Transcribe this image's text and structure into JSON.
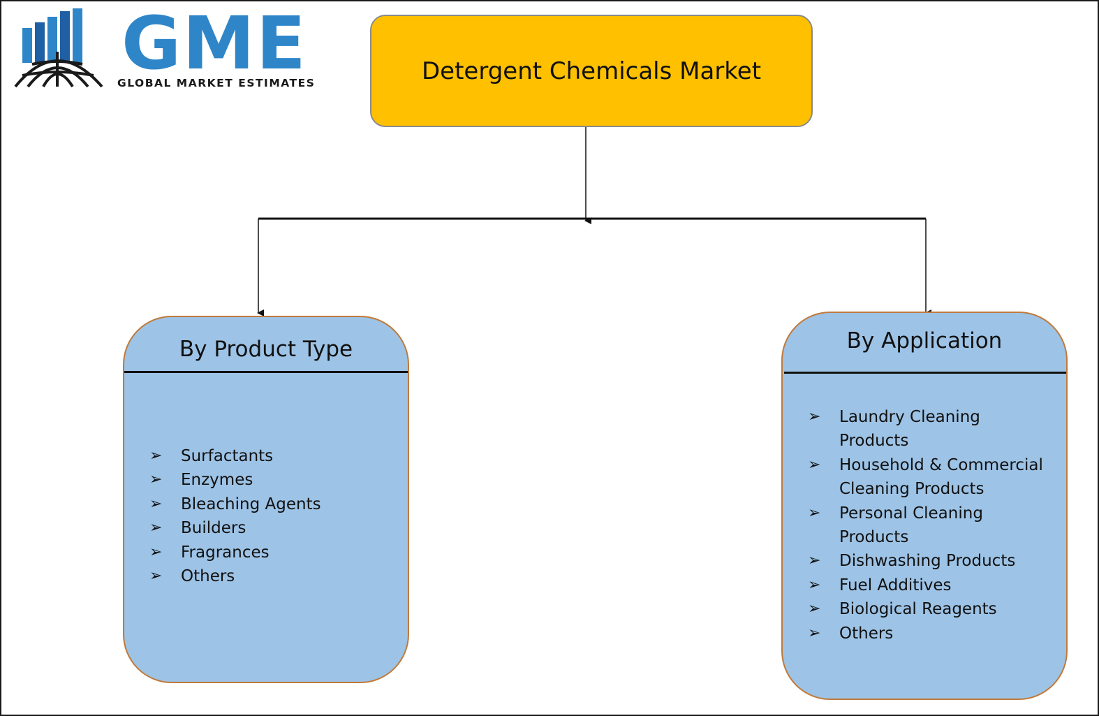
{
  "logo": {
    "wordmark": "GME",
    "tagline": "GLOBAL MARKET ESTIMATES",
    "icon": "globe-bars-icon",
    "colors": {
      "brand_blue": "#2e86c9",
      "dark": "#1a1a1a"
    }
  },
  "root": {
    "label": "Detergent Chemicals Market",
    "fill": "#ffc000"
  },
  "branches": [
    {
      "title": "By Product Type",
      "fill": "#9dc3e6",
      "items": [
        "Surfactants",
        "Enzymes",
        "Bleaching Agents",
        "Builders",
        "Fragrances",
        "Others"
      ]
    },
    {
      "title": "By Application",
      "fill": "#9dc3e6",
      "items": [
        "Laundry Cleaning Products",
        "Household & Commercial Cleaning Products",
        "Personal Cleaning Products",
        "Dishwashing Products",
        "Fuel Additives",
        "Biological Reagents",
        "Others"
      ]
    }
  ],
  "bullet_glyph": "➢"
}
